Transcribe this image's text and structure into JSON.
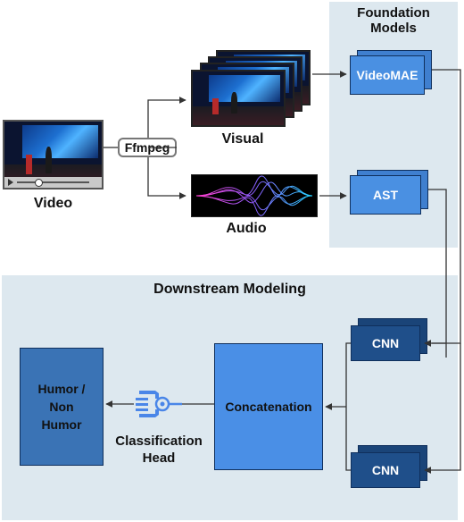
{
  "foundation": {
    "title_line1": "Foundation",
    "title_line2": "Models"
  },
  "downstream": {
    "title": "Downstream Modeling"
  },
  "input": {
    "video_label": "Video",
    "ffmpeg_label": "Ffmpeg"
  },
  "streams": {
    "visual_label": "Visual",
    "audio_label": "Audio"
  },
  "models": {
    "videomae": "VideoMAE",
    "ast": "AST"
  },
  "cnn": {
    "top": "CNN",
    "bottom": "CNN"
  },
  "concat": {
    "label": "Concatenation"
  },
  "head": {
    "line1": "Classification",
    "line2": "Head"
  },
  "output": {
    "line1": "Humor /",
    "line2": "Non",
    "line3": "Humor"
  },
  "colors": {
    "panel": "#dde8ef",
    "model_blue": "#4a90e2",
    "cnn_navy": "#1f4f8a",
    "concat_blue": "#4a8fe6",
    "output_blue": "#3a73b5",
    "icon_blue": "#4a86e8"
  }
}
